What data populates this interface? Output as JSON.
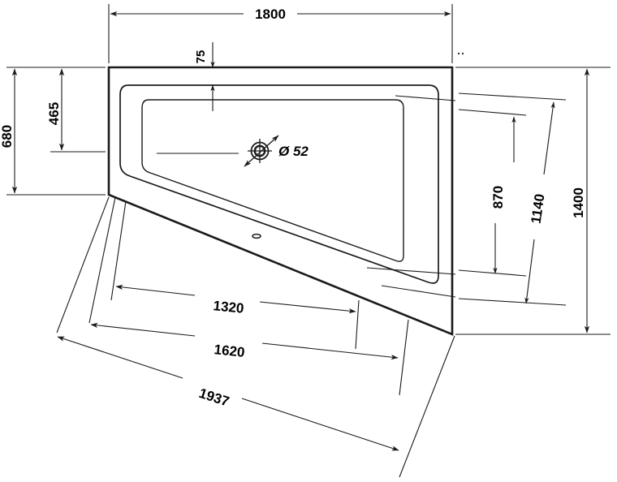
{
  "drawing": {
    "title": "Bathtub technical plan view",
    "units": "mm",
    "line_color": "#1a1a1a",
    "thin_color": "#2b2b2b",
    "background": "#ffffff"
  },
  "dimensions": {
    "overall_width": "1800",
    "overall_depth_right": "1400",
    "left_depth_total": "680",
    "left_depth_inner": "465",
    "rim_offset_top": "75",
    "right_inner_a": "870",
    "right_inner_b": "1140",
    "bottom_inner": "1320",
    "bottom_middle": "1620",
    "bottom_overall": "1937"
  },
  "annotations": {
    "drain_label": "Ø 52",
    "drain_symbol": "drain-crosshair"
  }
}
